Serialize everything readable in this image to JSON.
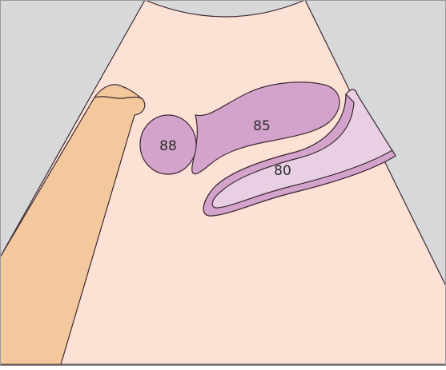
{
  "diagram": {
    "labels": {
      "left_round": "88",
      "upper_elongated": "85",
      "lower_elongated": "80"
    },
    "colors": {
      "background": "#d7d8da",
      "sector": "#fde1d5",
      "left_band": "#f4c89d",
      "structure_dark": "#d4a3cb",
      "structure_light": "#e8cfe4",
      "outline": "#3b2a33",
      "label_text": "#2b2b2b"
    }
  }
}
